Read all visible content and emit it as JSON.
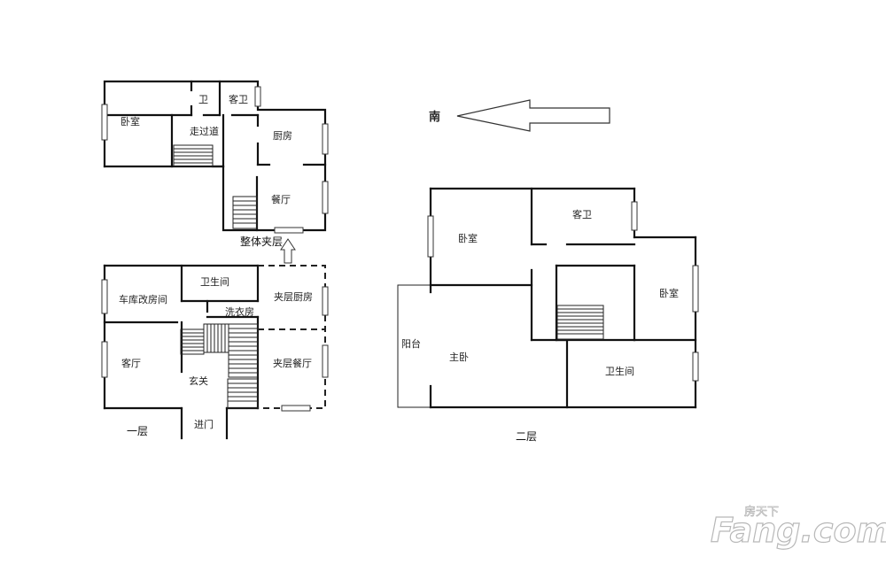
{
  "mezzanine": {
    "rooms": {
      "bedroom": "卧室",
      "wc": "卫",
      "guest_bath": "客卫",
      "corridor": "走过道",
      "kitchen": "厨房",
      "dining": "餐厅"
    },
    "caption": "整体夹层"
  },
  "floor1": {
    "rooms": {
      "garage_room": "车库改房间",
      "bathroom": "卫生间",
      "laundry": "洗衣房",
      "mezz_kitchen": "夹层厨房",
      "living": "客厅",
      "foyer": "玄关",
      "mezz_dining": "夹层餐厅",
      "entrance": "进门"
    },
    "caption": "一层"
  },
  "floor2": {
    "rooms": {
      "bedroom_a": "卧室",
      "guest_bath": "客卫",
      "bedroom_b": "卧室",
      "balcony": "阳台",
      "master": "主卧",
      "bathroom": "卫生间"
    },
    "caption": "二层"
  },
  "compass": {
    "label": "南"
  },
  "watermark": {
    "cn": "房天下",
    "en": "Fang.com"
  }
}
